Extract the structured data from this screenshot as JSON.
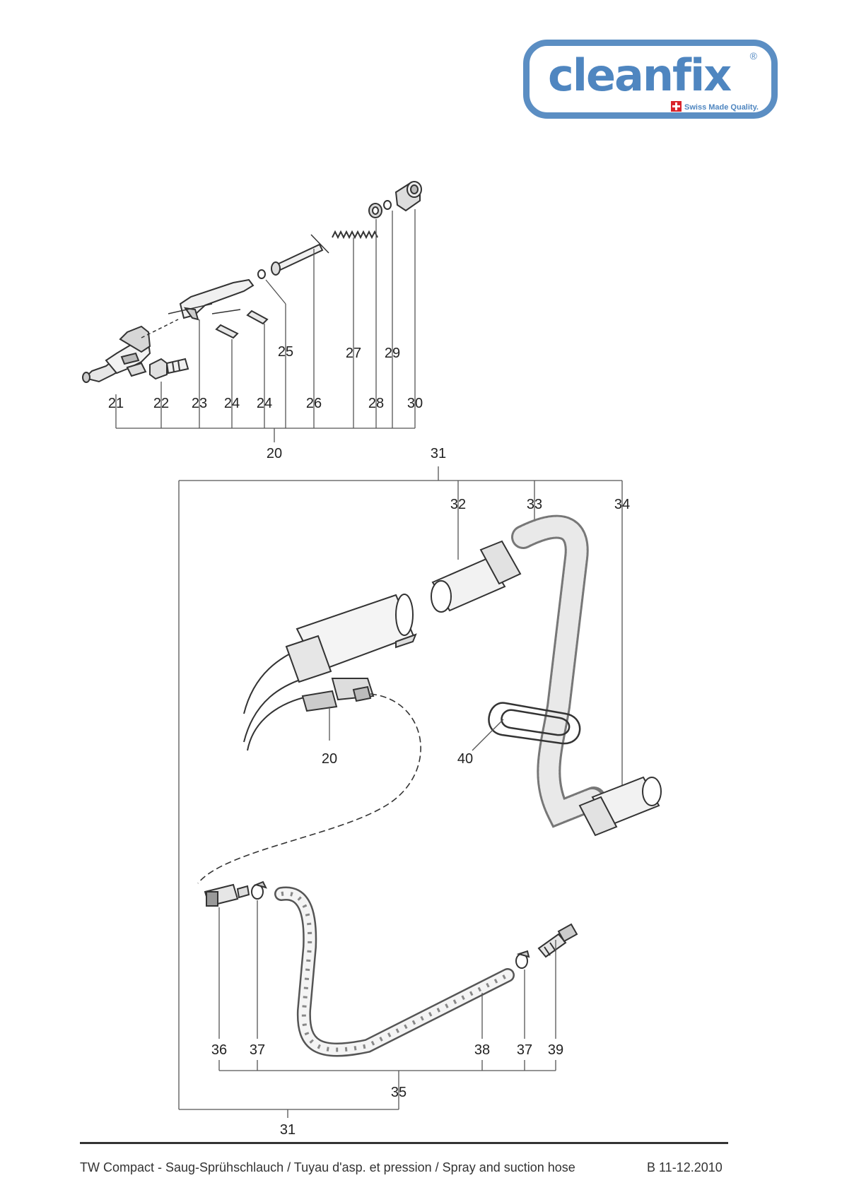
{
  "logo": {
    "wordmark": "cleanfix",
    "registered": "®",
    "tagline": "Swiss Made Quality.",
    "brand_color": "#4f86c0",
    "flag_color": "#d9232a",
    "flag_icon": "swiss-cross-icon"
  },
  "labels": {
    "p20": "20",
    "p20b": "20",
    "p21": "21",
    "p22": "22",
    "p23": "23",
    "p24a": "24",
    "p24b": "24",
    "p25": "25",
    "p26": "26",
    "p27": "27",
    "p28": "28",
    "p29": "29",
    "p30": "30",
    "p31": "31",
    "p31b": "31",
    "p32": "32",
    "p33": "33",
    "p34": "34",
    "p35": "35",
    "p36": "36",
    "p37a": "37",
    "p37b": "37",
    "p38": "38",
    "p39": "39",
    "p40": "40"
  },
  "footer": {
    "caption": "TW Compact - Saug-Sprühschlauch / Tuyau d'asp. et pression / Spray and suction hose",
    "code": "B 11-12.2010"
  }
}
